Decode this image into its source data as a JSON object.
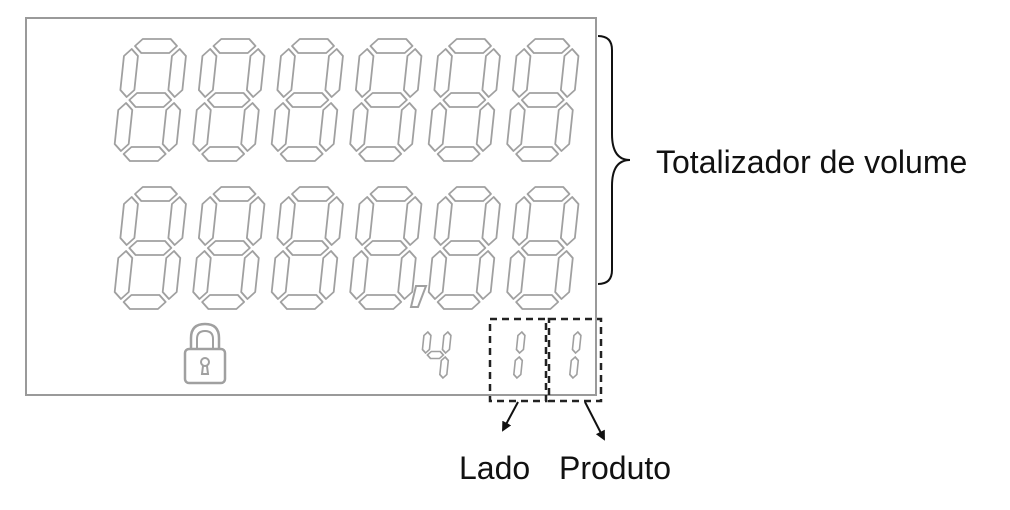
{
  "labels": {
    "volume_totalizer": "Totalizador de volume",
    "side": "Lado",
    "product": "Produto"
  },
  "display": {
    "upper_row_digit_count": 6,
    "lower_row_digit_count": 6,
    "lower_row_decimal_separator": ",",
    "side_digit_value": "1",
    "product_digit_value": "1",
    "small_digit_value": "4"
  },
  "colors": {
    "segment_outline": "#a0a0a0",
    "panel_border": "#9a9a9a",
    "text": "#111111",
    "arrow": "#111111"
  }
}
